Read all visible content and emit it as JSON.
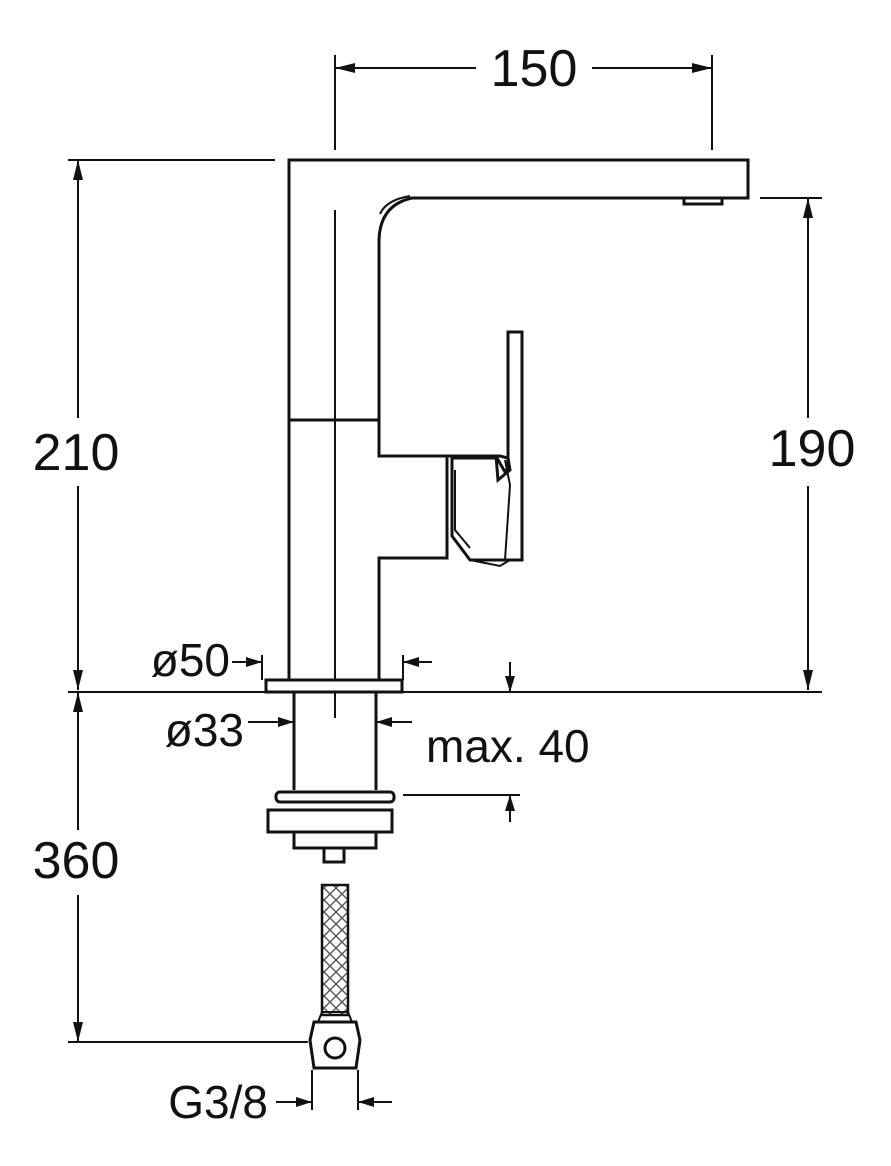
{
  "dimensions": {
    "spout_reach": "150",
    "total_height": "210",
    "spout_height": "190",
    "base_diameter": "ø50",
    "shank_diameter": "ø33",
    "max_deck_thickness": "max. 40",
    "hose_length": "360",
    "connection_thread": "G3/8"
  },
  "icons": {
    "faucet": "faucet-drawing",
    "hose": "braided-hose-drawing"
  },
  "colors": {
    "line": "#111111",
    "background": "#ffffff"
  }
}
